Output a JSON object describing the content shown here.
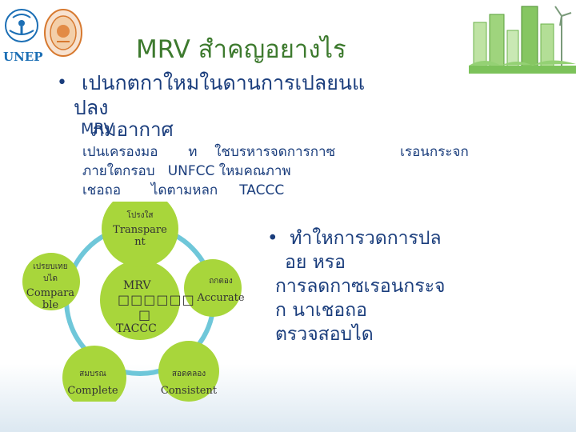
{
  "header": {
    "unep_label": "UNEP",
    "title": "MRV สำคญอยางไร"
  },
  "bullet1": {
    "text": "เปนกตกาใหมในดานการเปลยนแปลง",
    "line1": "เปนกตกาใหมในดานการเปลยนแ",
    "line2": "ปลง",
    "sub_a": "MRV",
    "sub_b": "ภมอากาศ"
  },
  "paragraph": {
    "line1": "เปนเครองมอ       ท    ใชบรหารจดการกาซ               เรอนกระจก",
    "line2": "ภายใตกรอบ   UNFCC ใหมคณภาพ",
    "line3": "เชอถอ       ไดตามหลก     TACCC"
  },
  "bullet2": {
    "line1": "ทำใหการวดการปล",
    "line2": "อย  หรอ",
    "line3": "การลดกาซเรอนกระจ",
    "line4": "ก นาเชอถอ",
    "line5": "ตรวจสอบได"
  },
  "cycle": {
    "center_1": "MRV",
    "center_2": "□□□□□□",
    "center_3": "□",
    "center_4": "TACCC",
    "transparent_th": "โปรงใส",
    "transparent_en_1": "Transpare",
    "transparent_en_2": "nt",
    "accurate_th": "ถกตอง",
    "accurate_en": "Accurate",
    "consistent_th": "สอดคลอง",
    "consistent_en": "Consistent",
    "complete_th": "สมบรณ",
    "complete_en": "Complete",
    "comparable_th_1": "เปรยบเทย",
    "comparable_th_2": "บได",
    "comparable_en_1": "Compara",
    "comparable_en_2": "ble"
  },
  "colors": {
    "title": "#3d7a2e",
    "body_text": "#1a3d7c",
    "circle_fill": "#a8d63b",
    "ring": "#6fc7d9"
  }
}
